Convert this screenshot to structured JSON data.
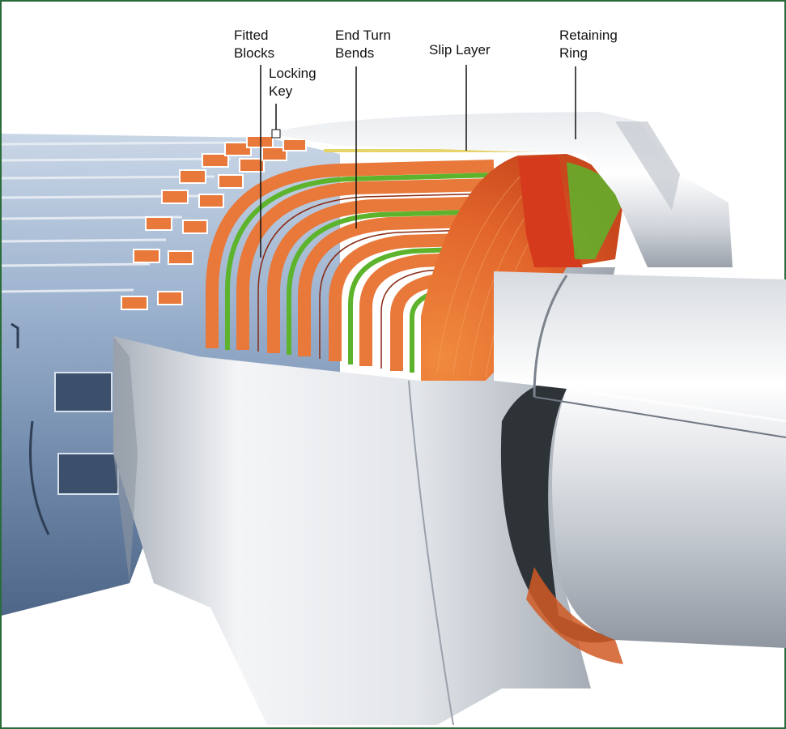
{
  "labels": {
    "fitted_blocks": [
      "Fitted",
      "Blocks"
    ],
    "locking_key": [
      "Locking",
      "Key"
    ],
    "end_turn_bends": [
      "End Turn",
      "Bends"
    ],
    "slip_layer": [
      "Slip Layer"
    ],
    "retaining_ring": [
      "Retaining",
      "Ring"
    ]
  },
  "colors": {
    "copper": "#e8793a",
    "copper_dark": "#c84d22",
    "insulation_green": "#5db42c",
    "ring_red": "#d63a1c",
    "steel_light": "#f2f3f5",
    "steel_mid": "#b9bec6",
    "rotor_blue": "#8aa3c4",
    "border": "#2a6b3a"
  }
}
